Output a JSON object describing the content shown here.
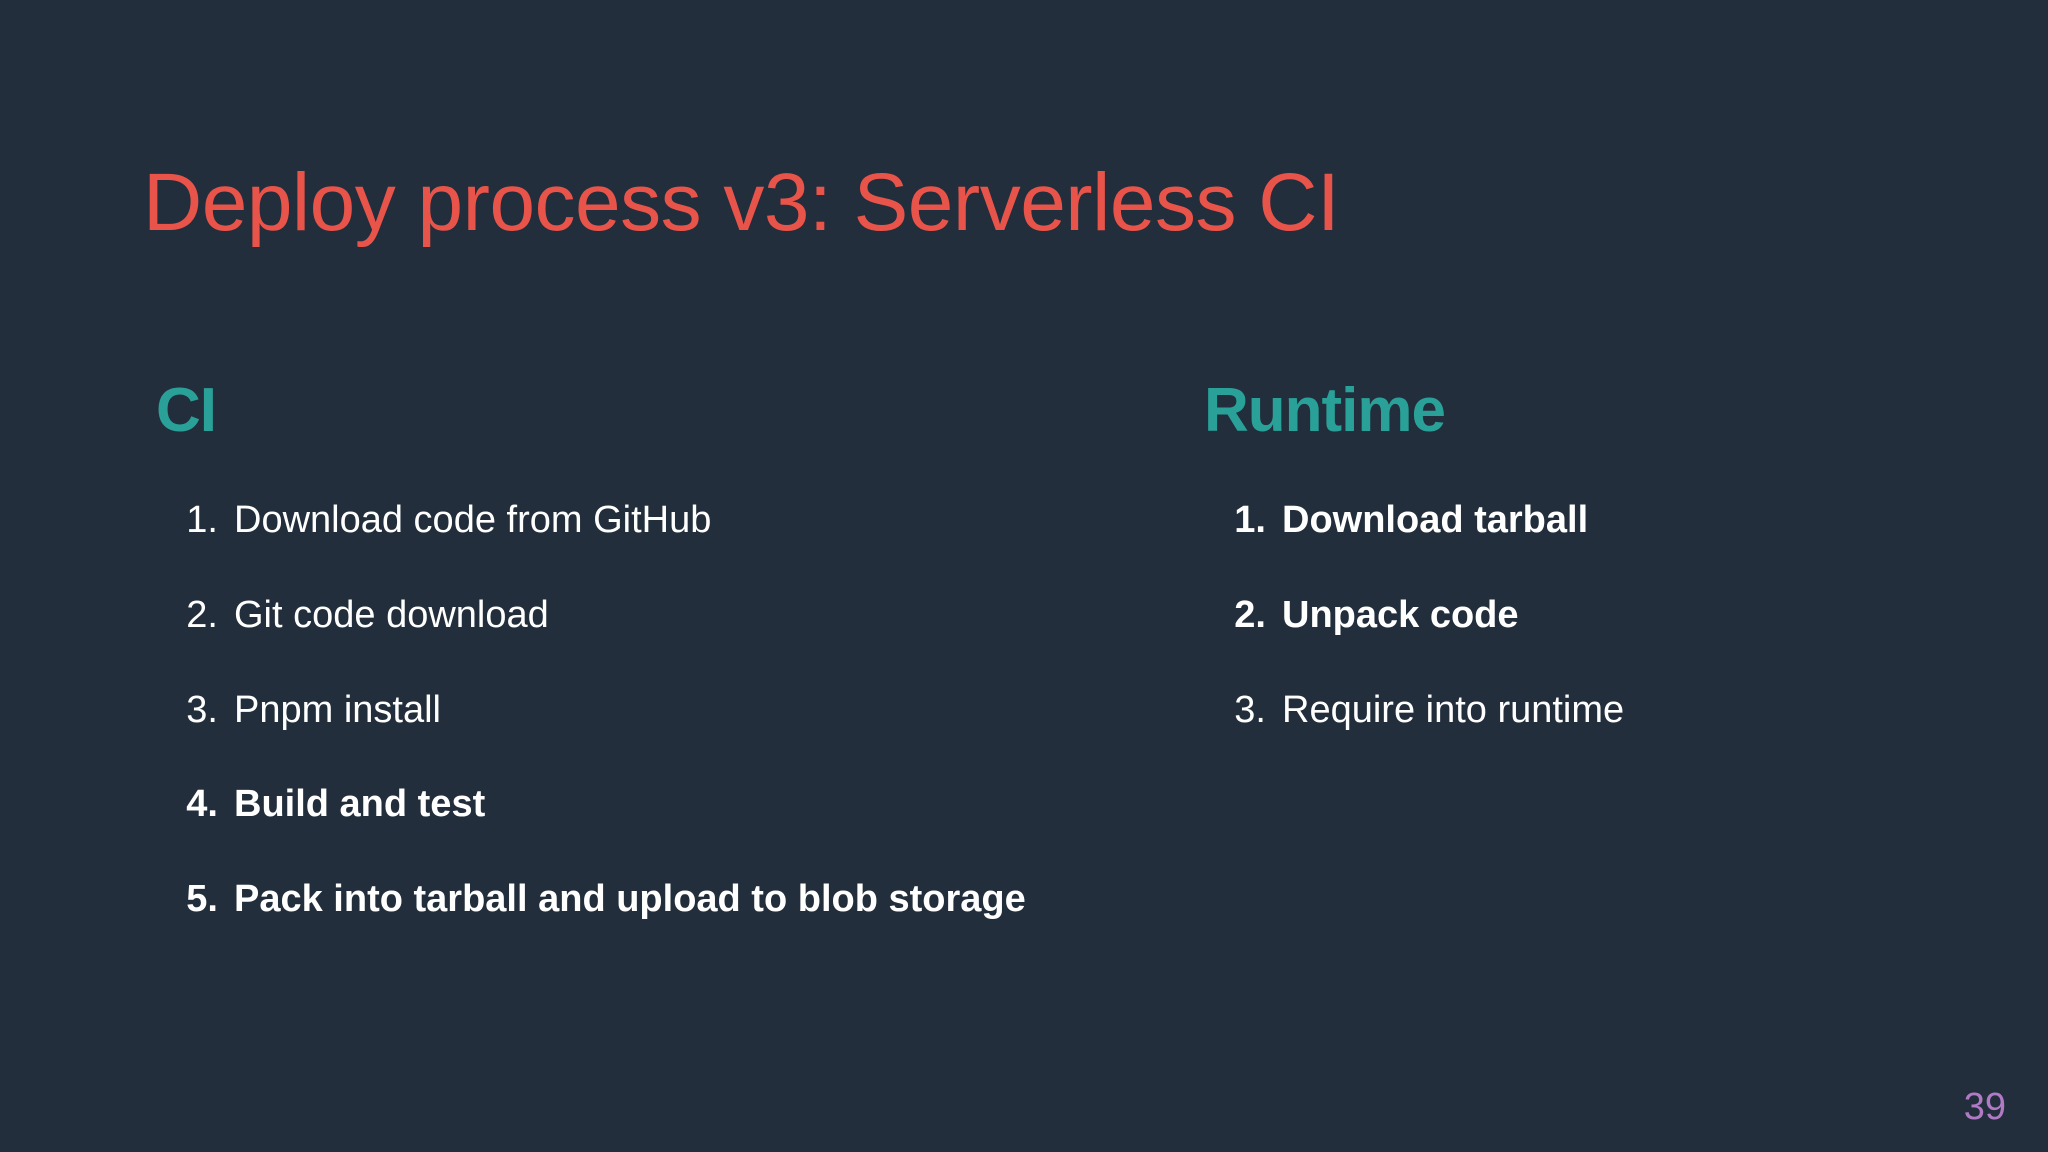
{
  "slide": {
    "title": "Deploy process v3: Serverless CI",
    "page_number": "39",
    "colors": {
      "background": "#222e3b",
      "title": "#e8544a",
      "heading_accent": "#2aa198",
      "body_text": "#ffffff",
      "page_number": "#b07ac4"
    }
  },
  "columns": [
    {
      "heading": "CI",
      "steps": [
        {
          "num": "1.",
          "text": "Download code from GitHub",
          "bold": false
        },
        {
          "num": "2.",
          "text": "Git code download",
          "bold": false
        },
        {
          "num": "3.",
          "text": "Pnpm install",
          "bold": false
        },
        {
          "num": "4.",
          "text": "Build and test",
          "bold": true
        },
        {
          "num": "5.",
          "text": "Pack into tarball and upload to blob storage",
          "bold": true
        }
      ]
    },
    {
      "heading": "Runtime",
      "steps": [
        {
          "num": "1.",
          "text": "Download tarball",
          "bold": true
        },
        {
          "num": "2.",
          "text": "Unpack code",
          "bold": true
        },
        {
          "num": "3.",
          "text": "Require into runtime",
          "bold": false
        }
      ]
    }
  ]
}
